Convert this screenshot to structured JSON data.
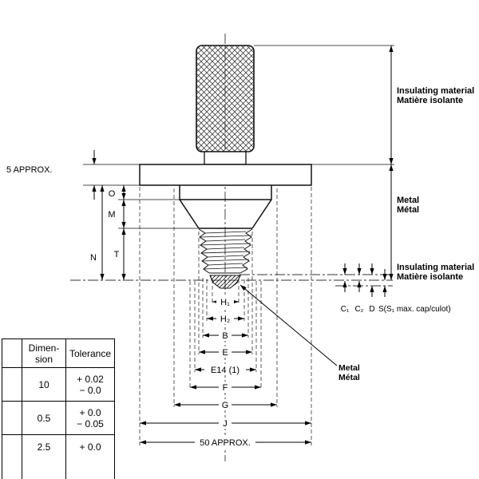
{
  "drawing": {
    "approx_top": "5 APPROX.",
    "approx_bottom": "50 APPROX.",
    "left": {
      "O": "O",
      "M": "M",
      "N": "N",
      "T": "T"
    },
    "bottom": {
      "H1": "H₁",
      "H2": "H₂",
      "B": "B",
      "E": "E",
      "E14": "E14 (1)",
      "F": "F",
      "G": "G",
      "J": "J"
    },
    "right": {
      "C1": "C₁",
      "C2": "C₂",
      "D": "D",
      "S": "S(S₁ max. cap/culot)"
    },
    "materials": {
      "insulating_en": "Insulating material",
      "insulating_fr": "Matière isolante",
      "metal_en": "Metal",
      "metal_fr": "Métal"
    }
  },
  "table": {
    "headers": [
      "",
      "Dimen-\nsion",
      "Tolerance"
    ],
    "rows": [
      [
        "",
        "10",
        "+ 0.02\n− 0.0"
      ],
      [
        "",
        "0.5",
        "+ 0.0\n− 0.05"
      ],
      [
        "",
        "2.5",
        "+ 0.0"
      ]
    ]
  }
}
